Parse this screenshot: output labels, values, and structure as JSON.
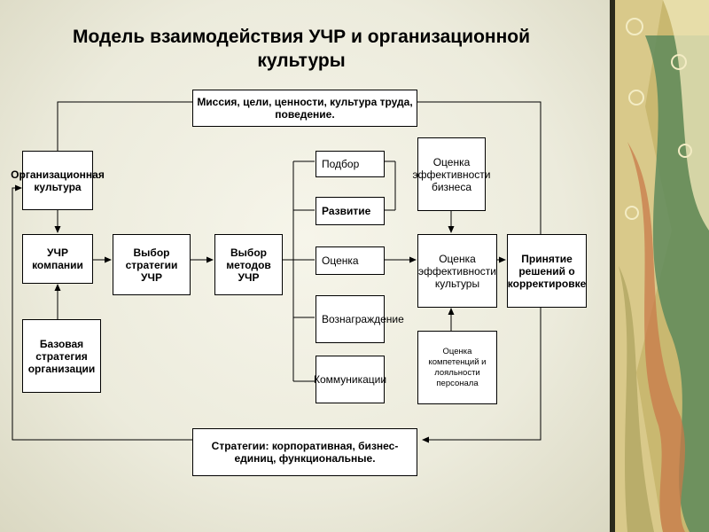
{
  "title": "Модель взаимодействия  УЧР и организационной культуры",
  "boxes": {
    "mission": "Миссия, цели, ценности, культура труда, поведение.",
    "org_culture": "Организационная культура",
    "hr_company": "УЧР компании",
    "base_strategy": "Базовая стратегия организации",
    "choose_strategy": "Выбор стратегии УЧР",
    "choose_methods": "Выбор методов УЧР",
    "selection": "Подбор",
    "development": "Развитие",
    "evaluation": "Оценка",
    "reward": "Вознаграждение",
    "communication": "Коммуникации",
    "business_eval": "Оценка эффективности бизнеса",
    "culture_eval": "Оценка эффективности культуры",
    "competence_eval": "Оценка компетенций и лояльности персонала",
    "decisions": "Принятие решений о корректировке",
    "strategies": "Стратегии:  корпоративная, бизнес-единиц, функциональные."
  }
}
